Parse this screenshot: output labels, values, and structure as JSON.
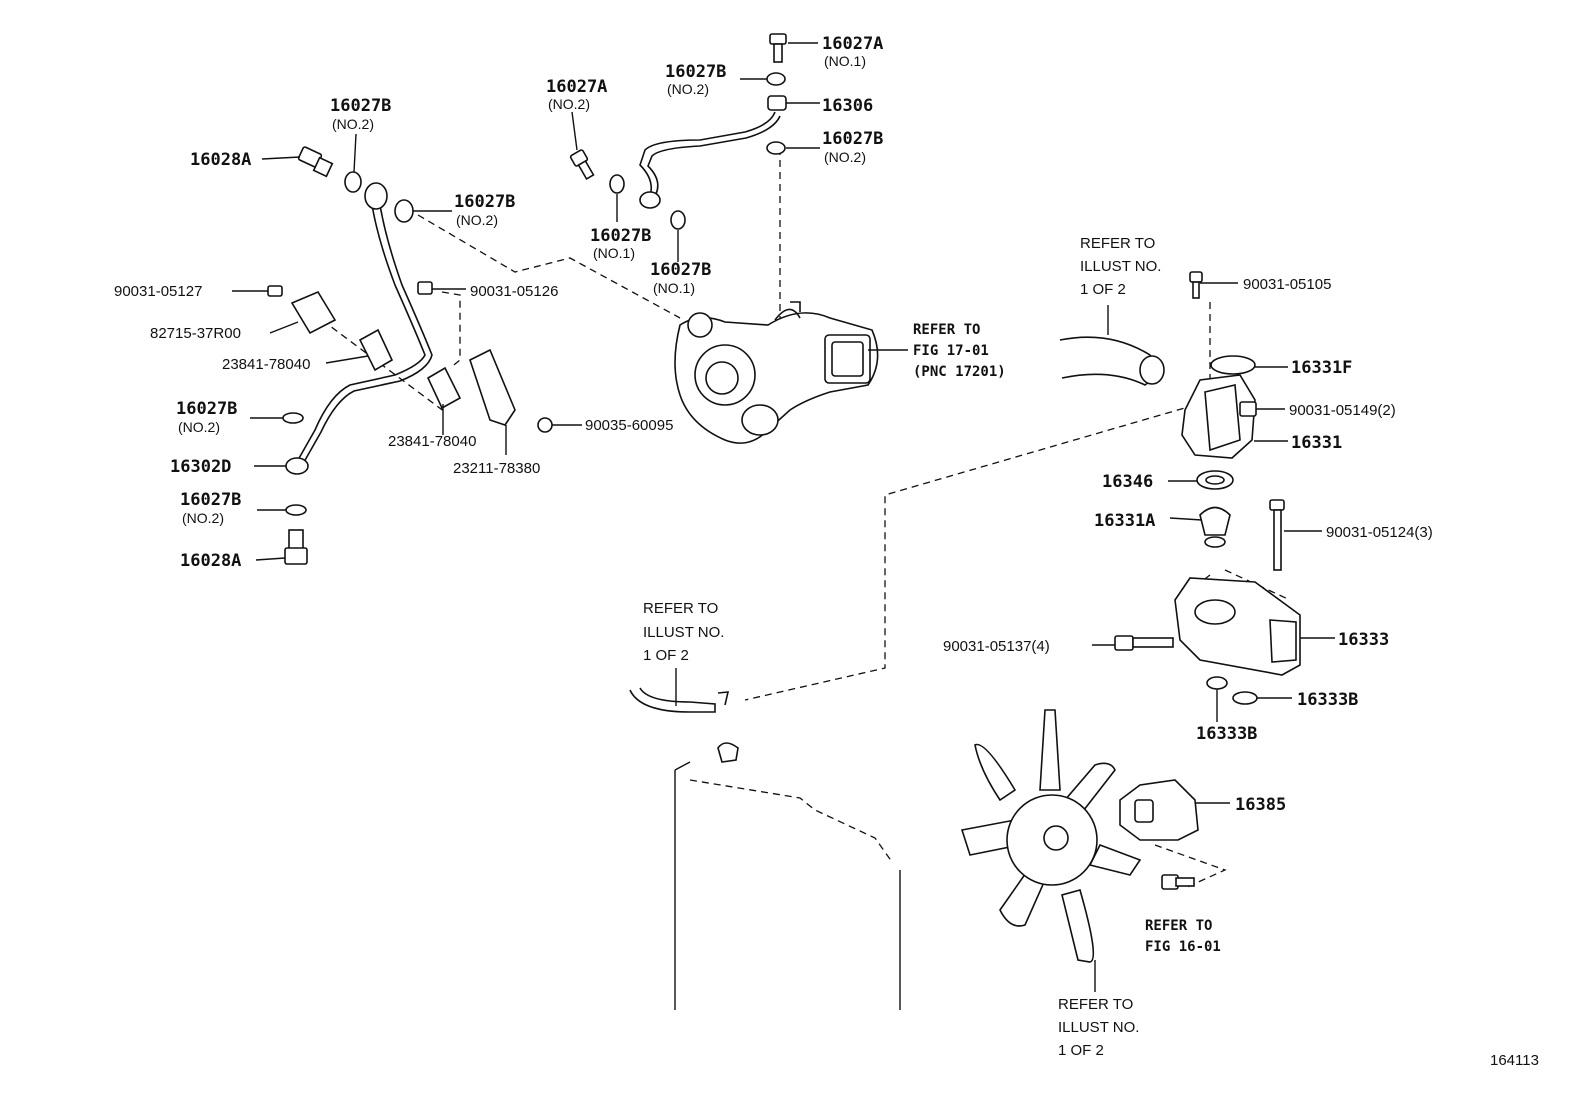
{
  "diagram_id": "164113",
  "labels": {
    "p16027A_no1": "16027A",
    "p16027A_no1_sub": "(NO.1)",
    "p16027B_top": "16027B",
    "p16027B_top_sub": "(NO.2)",
    "p16306": "16306",
    "p16027B_right": "16027B",
    "p16027B_right_sub": "(NO.2)",
    "p16027A_no2": "16027A",
    "p16027A_no2_sub": "(NO.2)",
    "p16027B_no1_a": "16027B",
    "p16027B_no1_a_sub": "(NO.1)",
    "p16027B_no1_b": "16027B",
    "p16027B_no1_b_sub": "(NO.1)",
    "p16027B_left_top": "16027B",
    "p16027B_left_top_sub": "(NO.2)",
    "p16028A_top": "16028A",
    "p16027B_mid": "16027B",
    "p16027B_mid_sub": "(NO.2)",
    "p90031_05127": "90031-05127",
    "p90031_05126": "90031-05126",
    "p82715_37R00": "82715-37R00",
    "p23841_78040_a": "23841-78040",
    "p23841_78040_b": "23841-78040",
    "p23211_78380": "23211-78380",
    "p90035_60095": "90035-60095",
    "p16027B_lower": "16027B",
    "p16027B_lower_sub": "(NO.2)",
    "p16302D": "16302D",
    "p16027B_bottom": "16027B",
    "p16027B_bottom_sub": "(NO.2)",
    "p16028A_bottom": "16028A",
    "p90031_05105": "90031-05105",
    "p16331F": "16331F",
    "p90031_05149": "90031-05149(2)",
    "p16331": "16331",
    "p16346": "16346",
    "p16331A": "16331A",
    "p90031_05124": "90031-05124(3)",
    "p90031_05137": "90031-05137(4)",
    "p16333": "16333",
    "p16333B_right": "16333B",
    "p16333B_bottom": "16333B",
    "p16385": "16385"
  },
  "references": {
    "fig17_line1": "REFER TO",
    "fig17_line2": "FIG 17-01",
    "fig17_line3": "(PNC 17201)",
    "illust_upper_1": "REFER TO",
    "illust_upper_2": "ILLUST NO.",
    "illust_upper_3": "1 OF 2",
    "illust_mid_1": "REFER TO",
    "illust_mid_2": "ILLUST NO.",
    "illust_mid_3": "1 OF 2",
    "fig16_line1": "REFER TO",
    "fig16_line2": "FIG 16-01",
    "illust_bottom_1": "REFER TO",
    "illust_bottom_2": "ILLUST NO.",
    "illust_bottom_3": "1 OF 2"
  }
}
